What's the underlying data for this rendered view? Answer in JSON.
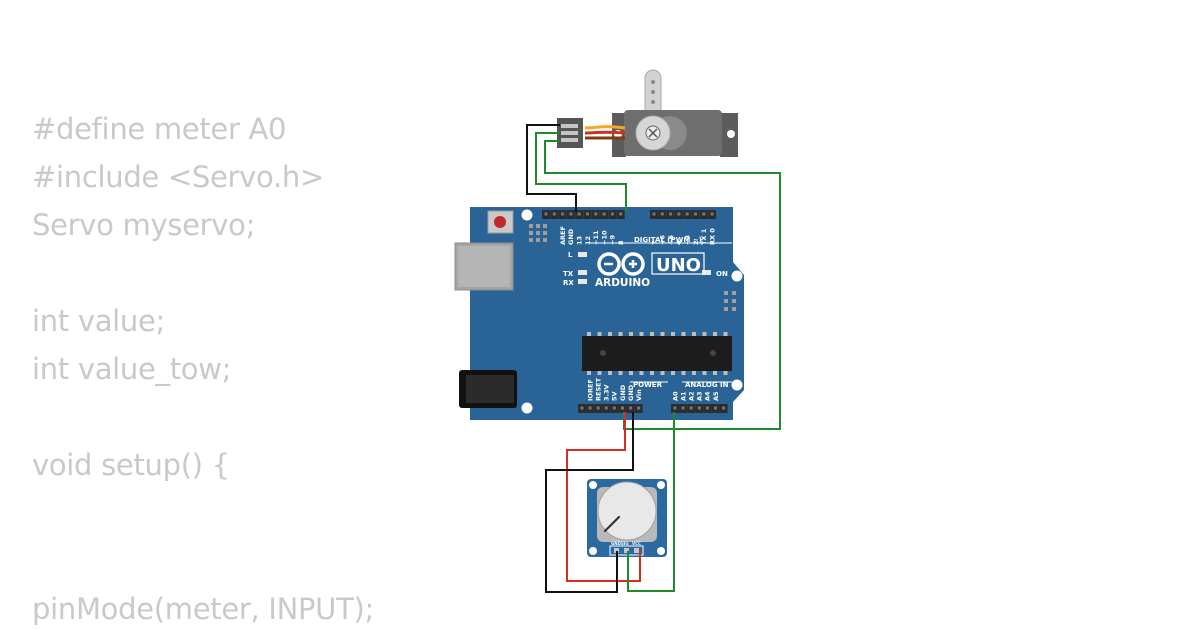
{
  "code": {
    "lines": [
      "#define meter A0",
      "#include <Servo.h>",
      "Servo myservo;",
      "",
      "int value;",
      "int value_tow;",
      "",
      "void setup() {",
      "",
      "",
      "pinMode(meter, INPUT);"
    ]
  },
  "arduino": {
    "brand": "ARDUINO",
    "model": "UNO",
    "digital_header": "DIGITAL (PWM ~)",
    "power_header": "POWER",
    "analog_header": "ANALOG IN",
    "led_l": "L",
    "led_tx": "TX",
    "led_rx": "RX",
    "led_on": "ON",
    "top_pins": [
      "AREF",
      "GND",
      "13",
      "12",
      "~11",
      "~10",
      "~9",
      "8",
      "7",
      "~6",
      "~5",
      "4",
      "~3",
      "2",
      "TX 1",
      "RX 0"
    ],
    "bottom_pins": [
      "IOREF",
      "RESET",
      "3.3V",
      "5V",
      "GND",
      "GND",
      "Vin",
      "A0",
      "A1",
      "A2",
      "A3",
      "A4",
      "A5"
    ]
  },
  "potentiometer": {
    "pins": [
      "GND",
      "SIG",
      "VCC"
    ]
  },
  "colors": {
    "board": "#2a6496",
    "wire_black": "#111111",
    "wire_red": "#d62d20",
    "wire_green": "#1f8a2c",
    "servo_body": "#707070",
    "code_text": "#c9c9c9"
  }
}
